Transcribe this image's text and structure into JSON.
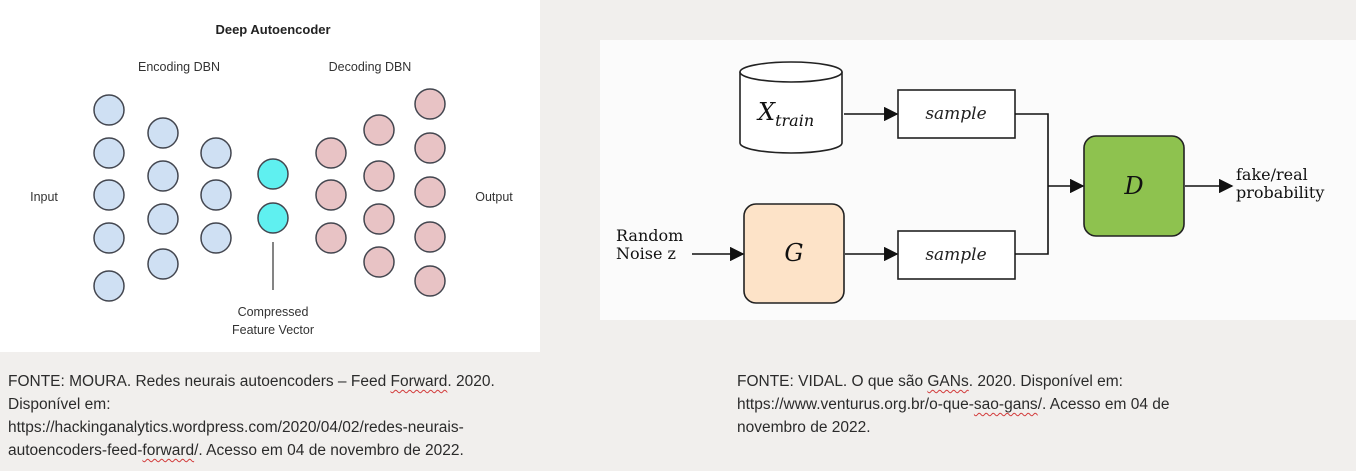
{
  "autoencoder": {
    "title": "Deep Autoencoder",
    "encoding_label": "Encoding DBN",
    "decoding_label": "Decoding DBN",
    "input_label": "Input",
    "output_label": "Output",
    "compressed_label_line1": "Compressed",
    "compressed_label_line2": "Feature Vector",
    "colors": {
      "encoder_node": "#cfe0f3",
      "bottleneck_node": "#5ff0f0",
      "decoder_node": "#e8c3c5"
    }
  },
  "gan": {
    "xtrain_label": "X",
    "xtrain_subscript": "train",
    "sample_top_label": "sample",
    "sample_bottom_label": "sample",
    "generator_label": "G",
    "discriminator_label": "D",
    "noise_label_line1": "Random",
    "noise_label_line2": "Noise z",
    "output_label_line1": "fake/real",
    "output_label_line2": "probability",
    "colors": {
      "generator_fill": "#fde3c8",
      "discriminator_fill": "#8ec24f"
    }
  },
  "captions": {
    "left": {
      "line1_a": "FONTE: MOURA. Redes neurais autoencoders – Feed ",
      "line1_flag": "Forward",
      "line1_b": ". 2020.",
      "line2": "Disponível em:",
      "line3": "https://hackinganalytics.wordpress.com/2020/04/02/redes-neurais-",
      "line4_a": "autoencoders-feed-",
      "line4_flag": "forward",
      "line4_b": "/. Acesso em 04 de novembro de 2022."
    },
    "right": {
      "line1_a": "FONTE: VIDAL. O que são ",
      "line1_flag": "GANs",
      "line1_b": ". 2020. Disponível em:",
      "line2_a": "https://www.venturus.org.br/o-que-",
      "line2_flag1": "sao-gans",
      "line2_b": "/. Acesso em 04 de",
      "line3": "novembro de 2022."
    }
  }
}
